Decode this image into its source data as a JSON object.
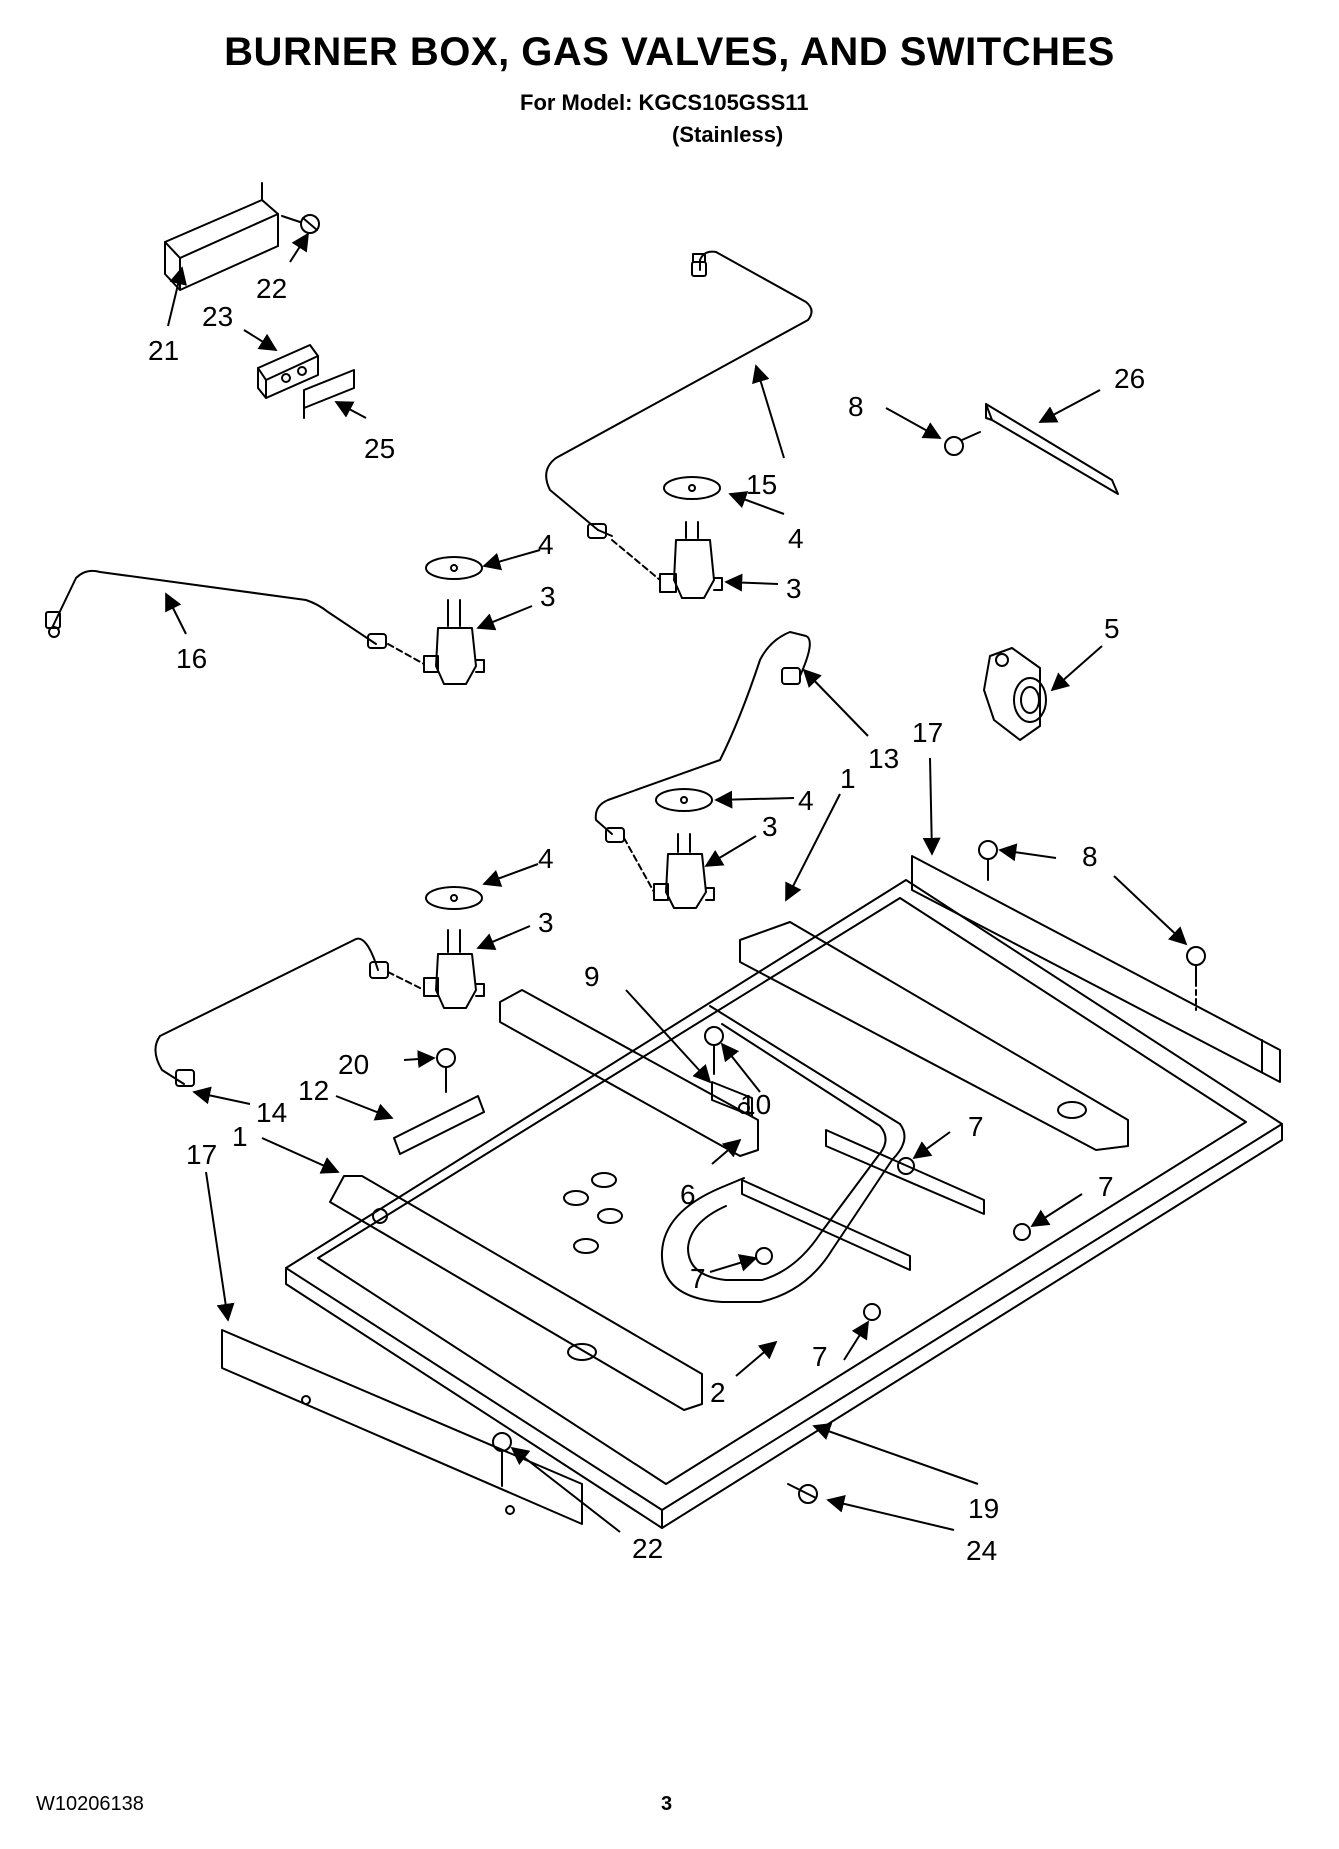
{
  "header": {
    "title": "BURNER BOX, GAS VALVES, AND SWITCHES",
    "model_line": "For Model: KGCS105GSS11",
    "variant": "(Stainless)"
  },
  "footer": {
    "doc_number": "W10206138",
    "page_number": "3"
  },
  "callouts": [
    "22",
    "21",
    "23",
    "25",
    "15",
    "8",
    "26",
    "4",
    "4",
    "3",
    "3",
    "16",
    "5",
    "13",
    "17",
    "1",
    "4",
    "3",
    "8",
    "4",
    "3",
    "9",
    "20",
    "10",
    "14",
    "12",
    "7",
    "17",
    "1",
    "6",
    "7",
    "7",
    "7",
    "2",
    "19",
    "22",
    "24"
  ]
}
